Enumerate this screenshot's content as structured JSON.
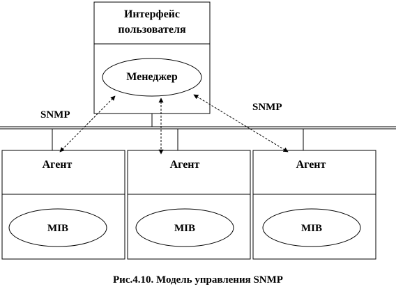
{
  "manager_box": {
    "title_line1": "Интерфейс",
    "title_line2": "пользователя",
    "manager_label": "Менеджер"
  },
  "protocol_labels": {
    "left": "SNMP",
    "right": "SNMP"
  },
  "agents": [
    {
      "title": "Агент",
      "mib_label": "MIB"
    },
    {
      "title": "Агент",
      "mib_label": "MIB"
    },
    {
      "title": "Агент",
      "mib_label": "MIB"
    }
  ],
  "caption": "Рис.4.10.  Модель управления SNMP",
  "colors": {
    "stroke": "#000000",
    "background": "#ffffff"
  }
}
